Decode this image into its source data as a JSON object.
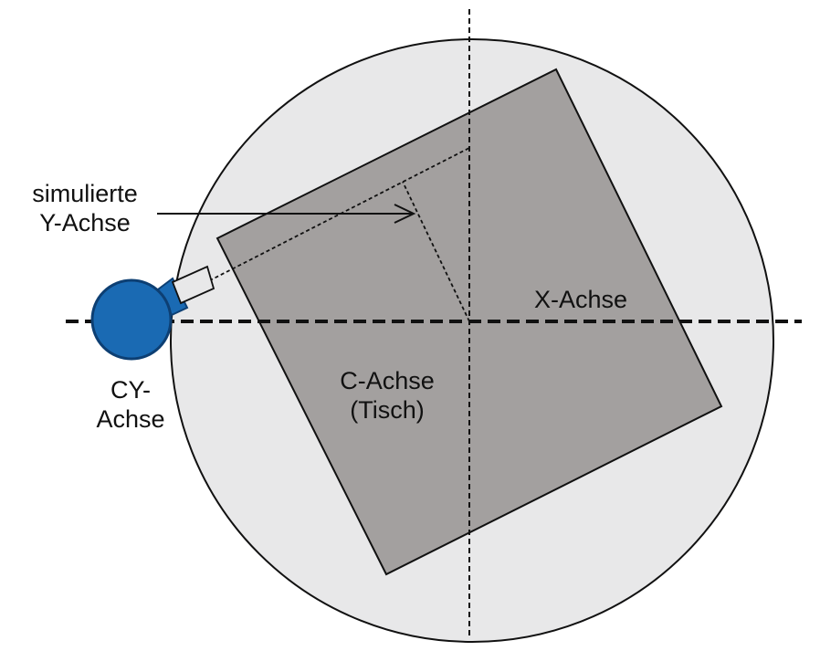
{
  "labels": {
    "simulated_y_axis": {
      "line1": "simulierte",
      "line2": "Y-Achse"
    },
    "x_axis": "X-Achse",
    "c_axis": {
      "line1": "C-Achse",
      "line2": "(Tisch)"
    },
    "cy_axis": {
      "line1": "CY-",
      "line2": "Achse"
    }
  },
  "colors": {
    "table_disc": "#e8e8e9",
    "workpiece": "#a3a09f",
    "spindle_blue": "#1a6ab3",
    "spindle_dark": "#0d3f73",
    "line": "#111111"
  }
}
